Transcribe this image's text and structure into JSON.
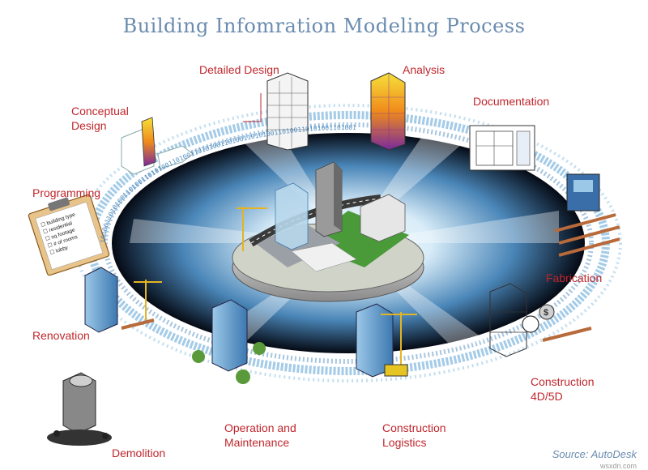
{
  "title": "Building Infomration Modeling Process",
  "stages": {
    "detailed_design": "Detailed Design",
    "analysis": "Analysis",
    "conceptual_design": "Conceptual\nDesign",
    "documentation": "Documentation",
    "programming": "Programming",
    "fabrication": "Fabrication",
    "renovation": "Renovation",
    "construction_4d5d": "Construction\n4D/5D",
    "demolition": "Demolition",
    "operation_maintenance": "Operation and\nMaintenance",
    "construction_logistics": "Construction\nLogistics"
  },
  "clipboard_lines": [
    "building type",
    "residential",
    "sq footage",
    "# of rooms",
    "lobby"
  ],
  "binary_text": "1010011010100110100110101001101001101010011010011010100110100110101001101001",
  "source": "Source: AutoDesk",
  "watermark": "wsxdn.com",
  "colors": {
    "title": "#6a8caf",
    "stage_label": "#c0272d",
    "ring_text": "#3a7fb8"
  }
}
